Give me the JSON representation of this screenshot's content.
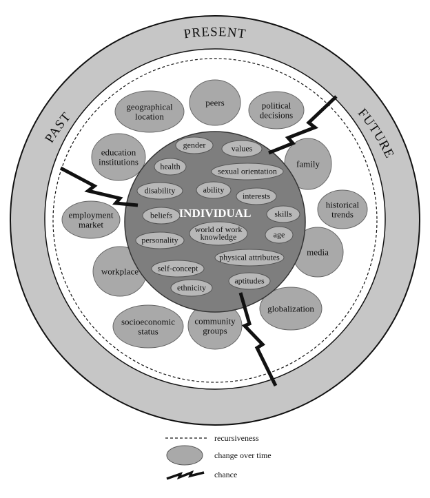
{
  "time_labels": {
    "present": "PRESENT",
    "past": "PAST",
    "future": "FUTURE"
  },
  "core": {
    "label": "INDIVIDUAL"
  },
  "individual_factors": [
    {
      "id": "gender",
      "lines": [
        "gender"
      ]
    },
    {
      "id": "values",
      "lines": [
        "values"
      ]
    },
    {
      "id": "health",
      "lines": [
        "health"
      ]
    },
    {
      "id": "sexual-orientation",
      "lines": [
        "sexual orientation"
      ]
    },
    {
      "id": "disability",
      "lines": [
        "disability"
      ]
    },
    {
      "id": "ability",
      "lines": [
        "ability"
      ]
    },
    {
      "id": "interests",
      "lines": [
        "interests"
      ]
    },
    {
      "id": "beliefs",
      "lines": [
        "beliefs"
      ]
    },
    {
      "id": "skills",
      "lines": [
        "skills"
      ]
    },
    {
      "id": "world-of-work-knowledge",
      "lines": [
        "world of work",
        "knowledge"
      ]
    },
    {
      "id": "age",
      "lines": [
        "age"
      ]
    },
    {
      "id": "personality",
      "lines": [
        "personality"
      ]
    },
    {
      "id": "physical-attributes",
      "lines": [
        "physical attributes"
      ]
    },
    {
      "id": "self-concept",
      "lines": [
        "self-concept"
      ]
    },
    {
      "id": "aptitudes",
      "lines": [
        "aptitudes"
      ]
    },
    {
      "id": "ethnicity",
      "lines": [
        "ethnicity"
      ]
    }
  ],
  "contextual_factors": [
    {
      "id": "peers",
      "lines": [
        "peers"
      ]
    },
    {
      "id": "geographical-location",
      "lines": [
        "geographical",
        "location"
      ]
    },
    {
      "id": "political-decisions",
      "lines": [
        "political",
        "decisions"
      ]
    },
    {
      "id": "education-institutions",
      "lines": [
        "education",
        "institutions"
      ]
    },
    {
      "id": "family",
      "lines": [
        "family"
      ]
    },
    {
      "id": "employment-market",
      "lines": [
        "employment",
        "market"
      ]
    },
    {
      "id": "historical-trends",
      "lines": [
        "historical",
        "trends"
      ]
    },
    {
      "id": "workplace",
      "lines": [
        "workplace"
      ]
    },
    {
      "id": "media",
      "lines": [
        "media"
      ]
    },
    {
      "id": "socioeconomic-status",
      "lines": [
        "socioeconomic",
        "status"
      ]
    },
    {
      "id": "community-groups",
      "lines": [
        "community",
        "groups"
      ]
    },
    {
      "id": "globalization",
      "lines": [
        "globalization"
      ]
    }
  ],
  "legend": {
    "recursiveness": "recursiveness",
    "change_over_time": "change over time",
    "chance": "chance"
  },
  "colors": {
    "outer_ring": "#c6c6c6",
    "context_ellipse": "#a9a9a9",
    "core": "#7e7e7e",
    "individual_ellipse": "#b8b8b8",
    "line": "#111111"
  }
}
